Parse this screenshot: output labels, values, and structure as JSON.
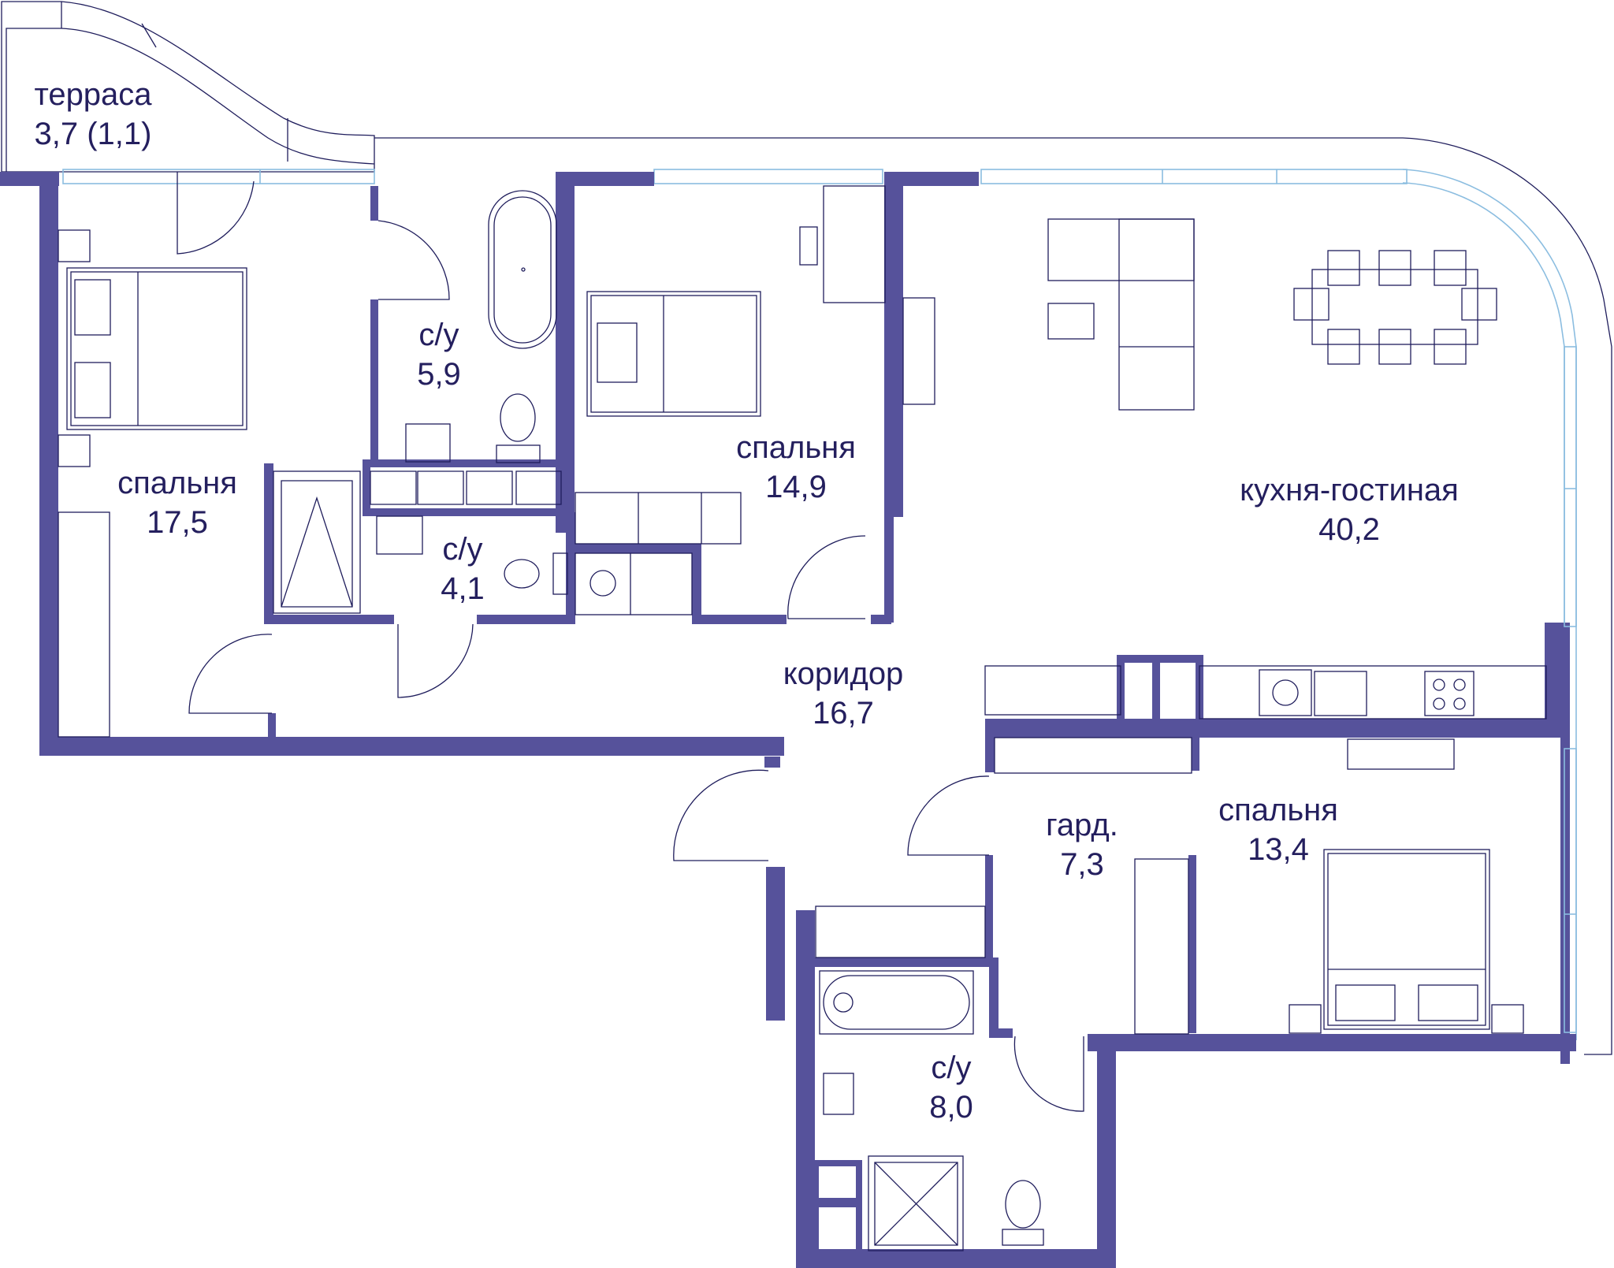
{
  "colors": {
    "wall": "#56529b",
    "line": "#1f1d5c",
    "glass": "#8bbde0",
    "text": "#241f5e"
  },
  "rooms": {
    "terrace": {
      "name": "терраса",
      "area": "3,7 (1,1)"
    },
    "bedroom1": {
      "name": "спальня",
      "area": "17,5"
    },
    "bath1": {
      "name": "с/у",
      "area": "5,9"
    },
    "bath2": {
      "name": "с/у",
      "area": "4,1"
    },
    "bedroom2": {
      "name": "спальня",
      "area": "14,9"
    },
    "living": {
      "name": "кухня-гостиная",
      "area": "40,2"
    },
    "corridor": {
      "name": "коридор",
      "area": "16,7"
    },
    "wardrobe": {
      "name": "гард.",
      "area": "7,3"
    },
    "bedroom3": {
      "name": "спальня",
      "area": "13,4"
    },
    "bath3": {
      "name": "с/у",
      "area": "8,0"
    }
  }
}
